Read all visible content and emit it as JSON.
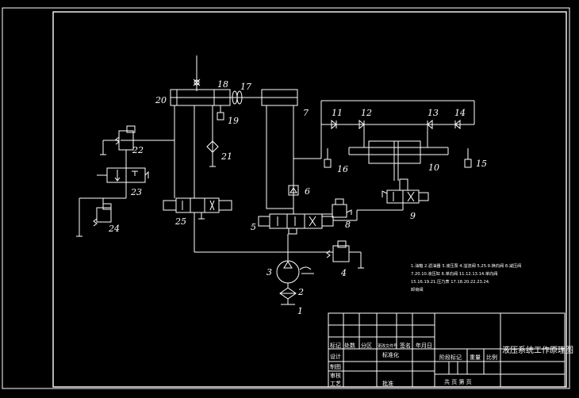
{
  "drawing": {
    "labels": {
      "l1": "1",
      "l2": "2",
      "l3": "3",
      "l4": "4",
      "l5": "5",
      "l6": "6",
      "l7": "7",
      "l8": "8",
      "l9": "9",
      "l10": "10",
      "l11": "11",
      "l12": "12",
      "l13": "13",
      "l14": "14",
      "l15": "15",
      "l16": "16",
      "l17": "17",
      "l18": "18",
      "l19": "19",
      "l20": "20",
      "l21": "21",
      "l22": "22",
      "l23": "23",
      "l24": "24",
      "l25": "25"
    },
    "notes": [
      "1.油箱 2.滤油器 3.液压泵 4.溢流阀 5.25.9.换向阀 8.减压阀",
      "7.20.10.液压缸 6.单向阀 11.12.13.14.单向阀",
      "15.16.19.21.压力表 17.18.20.22.23.24.",
      "卸荷阀"
    ]
  },
  "title_block": {
    "title": "液压系统工作原理图",
    "row_labels": [
      "标记",
      "处数",
      "分区",
      "更改文件号",
      "签名",
      "年月日"
    ],
    "left_rows": [
      "设计",
      "制图",
      "审核",
      "工艺"
    ],
    "std": "标准化",
    "approve": "批准",
    "stage": "阶段标记",
    "weight": "重量",
    "scale": "比例",
    "sheets": "共  页  第  页"
  },
  "colors": {
    "background": "#000000",
    "lines": "#ffffff"
  }
}
